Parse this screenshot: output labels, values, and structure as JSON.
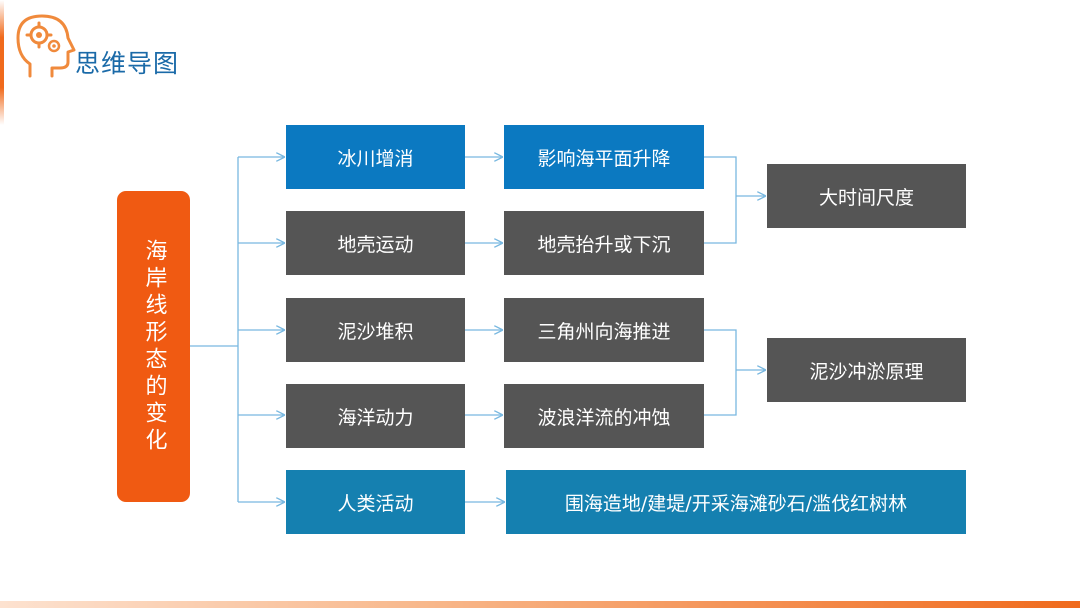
{
  "header": {
    "title": "思维导图",
    "icon": "head-gear-icon"
  },
  "root": {
    "label": "海岸线形态的变化",
    "color": "#f05a12"
  },
  "factors": [
    {
      "label": "冰川增消",
      "color": "#0b79c1"
    },
    {
      "label": "地壳运动",
      "color": "#555555"
    },
    {
      "label": "泥沙堆积",
      "color": "#555555"
    },
    {
      "label": "海洋动力",
      "color": "#555555"
    },
    {
      "label": "人类活动",
      "color": "#1580b0"
    }
  ],
  "effects": [
    {
      "label": "影响海平面升降",
      "color": "#0b79c1"
    },
    {
      "label": "地壳抬升或下沉",
      "color": "#555555"
    },
    {
      "label": "三角州向海推进",
      "color": "#555555"
    },
    {
      "label": "波浪洋流的冲蚀",
      "color": "#555555"
    },
    {
      "label": "围海造地/建堤/开采海滩砂石/滥伐红树林",
      "color": "#1580b0"
    }
  ],
  "groups": [
    {
      "label": "大时间尺度",
      "color": "#555555"
    },
    {
      "label": "泥沙冲淤原理",
      "color": "#555555"
    }
  ],
  "colors": {
    "connector": "#79b8e0",
    "accent": "#f06a1c",
    "title": "#1a6aa8"
  }
}
